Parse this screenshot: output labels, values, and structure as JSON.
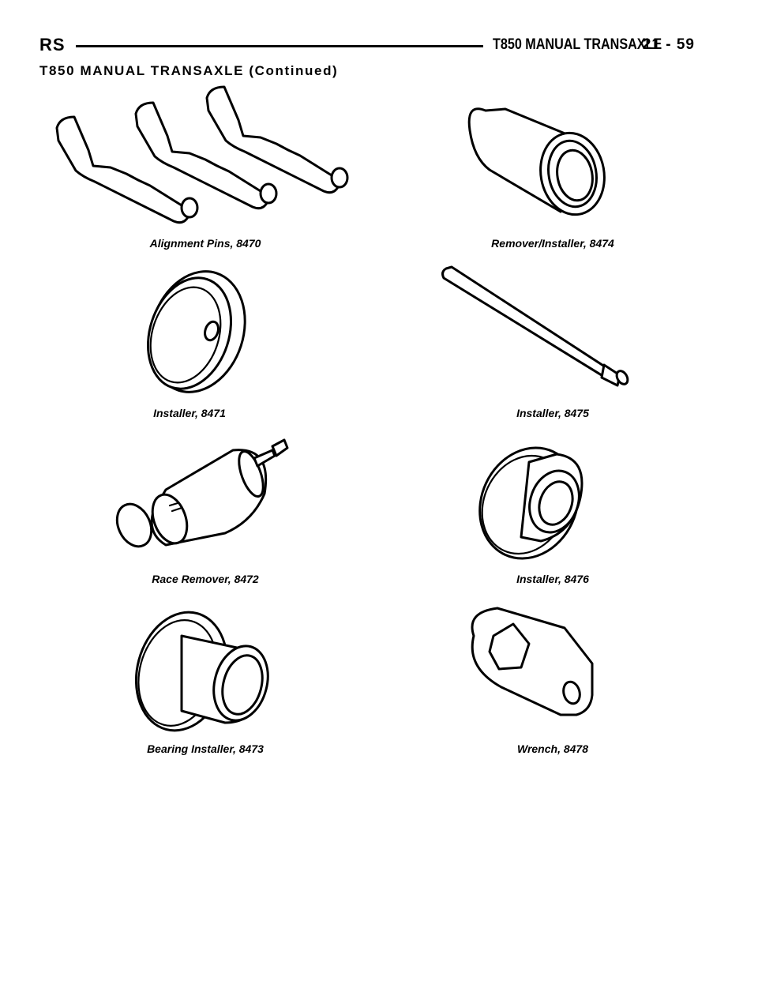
{
  "header": {
    "left_code": "RS",
    "title": "T850 MANUAL TRANSAXLE",
    "page": "21 - 59"
  },
  "section_title": "T850 MANUAL TRANSAXLE (Continued)",
  "tools": [
    {
      "caption": "Alignment Pins, 8470"
    },
    {
      "caption": "Remover/Installer, 8474"
    },
    {
      "caption": "Installer, 8471"
    },
    {
      "caption": "Installer, 8475"
    },
    {
      "caption": "Race Remover, 8472"
    },
    {
      "caption": "Installer, 8476"
    },
    {
      "caption": "Bearing Installer, 8473"
    },
    {
      "caption": "Wrench, 8478"
    }
  ]
}
